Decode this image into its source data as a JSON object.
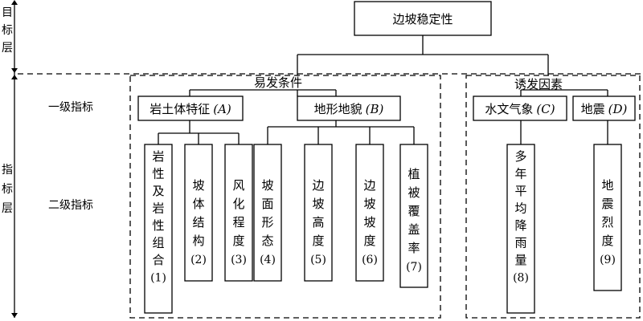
{
  "layers": {
    "target": "目标层",
    "indicator": "指标层",
    "level1": "一级指标",
    "level2": "二级指标"
  },
  "top": {
    "label": "边坡稳定性"
  },
  "groups": {
    "susceptible": {
      "title": "易发条件",
      "first_level": [
        {
          "label": "岩土体特征",
          "code": "(A)"
        },
        {
          "label": "地形地貌",
          "code": "(B)"
        }
      ],
      "second_level": [
        {
          "chars": [
            "岩",
            "性",
            "及",
            "岩",
            "性",
            "组",
            "合"
          ],
          "num": "(1)"
        },
        {
          "chars": [
            "坡",
            "体",
            "结",
            "构"
          ],
          "num": "(2)"
        },
        {
          "chars": [
            "风",
            "化",
            "程",
            "度"
          ],
          "num": "(3)"
        },
        {
          "chars": [
            "坡",
            "面",
            "形",
            "态"
          ],
          "num": "(4)"
        },
        {
          "chars": [
            "边",
            "坡",
            "高",
            "度"
          ],
          "num": "(5)"
        },
        {
          "chars": [
            "边",
            "坡",
            "坡",
            "度"
          ],
          "num": "(6)"
        },
        {
          "chars": [
            "植",
            "被",
            "覆",
            "盖",
            "率"
          ],
          "num": "(7)"
        }
      ]
    },
    "triggering": {
      "title": "诱发因素",
      "first_level": [
        {
          "label": "水文气象",
          "code": "(C)"
        },
        {
          "label": "地震",
          "code": "(D)"
        }
      ],
      "second_level": [
        {
          "chars": [
            "多",
            "年",
            "平",
            "均",
            "降",
            "雨",
            "量"
          ],
          "num": "(8)"
        },
        {
          "chars": [
            "地",
            "震",
            "烈",
            "度"
          ],
          "num": "(9)"
        }
      ]
    }
  }
}
